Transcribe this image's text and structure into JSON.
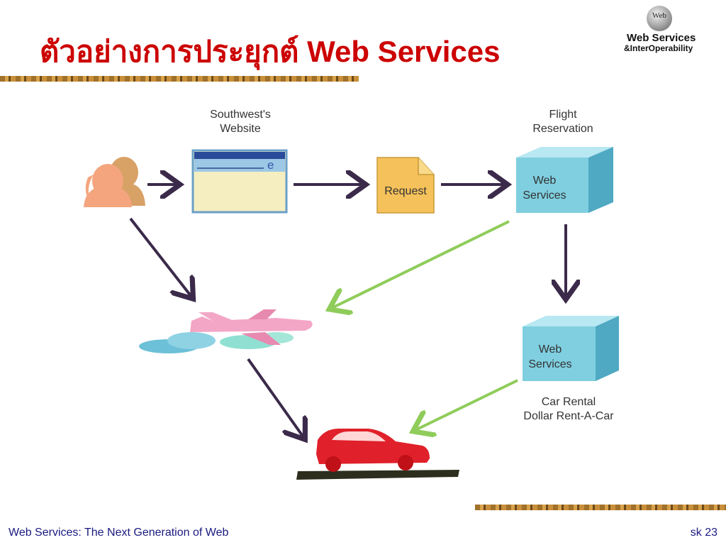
{
  "title": "ตัวอย่างการประยุกต์ Web Services",
  "logo": {
    "globe_text": "Web",
    "line1": "Web Services",
    "line2": "&InterOperability"
  },
  "labels": {
    "website_line1": "Southwest's",
    "website_line2": "Website",
    "flight_line1": "Flight",
    "flight_line2": "Reservation",
    "request": "Request",
    "ws_line1": "Web",
    "ws_line2": "Services",
    "car_line1": "Car Rental",
    "car_line2": "Dollar Rent-A-Car",
    "browser_logo": "e"
  },
  "footer": {
    "left": "Web Services: The Next Generation of Web",
    "right": "sk 23"
  },
  "colors": {
    "title": "#cc0000",
    "arrow_dark": "#3b2a4a",
    "arrow_green": "#8fcc5a",
    "box_front": "#7fcfe0",
    "box_top": "#b8e8f2",
    "box_side": "#4fa9c2",
    "request_doc": "#f5c15a",
    "plane": "#f3a6c6",
    "car": "#e0202a"
  },
  "icons": [
    "people-icon",
    "browser-window-icon",
    "document-icon",
    "airplane-icon",
    "car-icon"
  ]
}
